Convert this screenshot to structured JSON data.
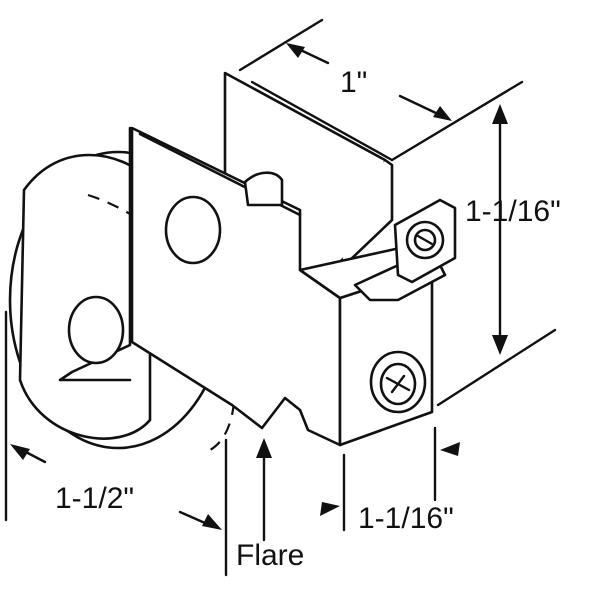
{
  "diagram": {
    "subject": "sliding door roller assembly",
    "labels": {
      "width_top": "1\"",
      "height_right": "1-1/16\"",
      "bottom_left": "1-1/2\"",
      "bottom_right": "1-1/16\"",
      "flare": "Flare"
    }
  }
}
